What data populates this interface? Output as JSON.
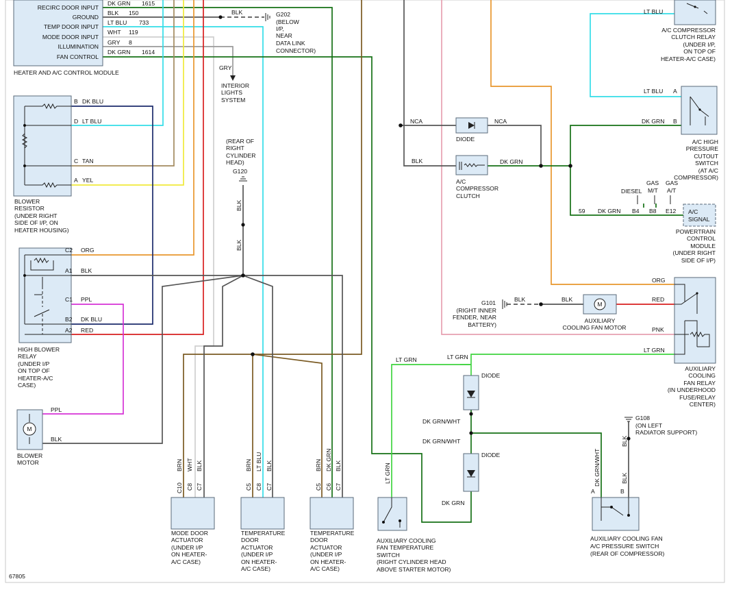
{
  "modules": {
    "hvac_module": {
      "name": "HEATER AND A/C CONTROL MODULE",
      "pins": [
        {
          "label": "RECIRC DOOR INPUT",
          "color": "DK GRN",
          "circuit": "1615"
        },
        {
          "label": "GROUND",
          "color": "BLK",
          "circuit": "150"
        },
        {
          "label": "TEMP DOOR INPUT",
          "color": "LT BLU",
          "circuit": "733"
        },
        {
          "label": "MODE DOOR INPUT",
          "color": "WHT",
          "circuit": "119"
        },
        {
          "label": "ILLUMINATION",
          "color": "GRY",
          "circuit": "8"
        },
        {
          "label": "FAN CONTROL",
          "color": "DK GRN",
          "circuit": "1614"
        }
      ]
    },
    "blower_resistor": {
      "lines": [
        "BLOWER",
        "RESISTOR",
        "(UNDER RIGHT",
        "SIDE OF I/P, ON",
        "HEATER HOUSING)"
      ],
      "pins": [
        {
          "pin": "B",
          "color": "DK BLU"
        },
        {
          "pin": "D",
          "color": "LT BLU"
        },
        {
          "pin": "C",
          "color": "TAN"
        },
        {
          "pin": "A",
          "color": "YEL"
        }
      ]
    },
    "high_blower_relay": {
      "lines": [
        "HIGH BLOWER",
        "RELAY",
        "(UNDER I/P",
        "ON TOP OF",
        "HEATER-A/C",
        "CASE)"
      ],
      "pins": [
        {
          "pin": "C2",
          "color": "ORG"
        },
        {
          "pin": "A1",
          "color": "BLK"
        },
        {
          "pin": "C1",
          "color": "PPL"
        },
        {
          "pin": "B2",
          "color": "DK BLU"
        },
        {
          "pin": "A2",
          "color": "RED"
        }
      ]
    },
    "blower_motor": {
      "lines": [
        "BLOWER",
        "MOTOR"
      ],
      "symbol": "M",
      "pins": [
        {
          "color": "PPL"
        },
        {
          "color": "BLK"
        }
      ]
    },
    "mode_actuator": {
      "lines": [
        "MODE DOOR",
        "ACTUATOR",
        "(UNDER I/P",
        "ON HEATER-",
        "A/C CASE)"
      ],
      "wires": [
        {
          "color": "BRN",
          "pin": "C10"
        },
        {
          "color": "WHT",
          "pin": "C8"
        },
        {
          "color": "BLK",
          "pin": "C7"
        }
      ]
    },
    "temp_actuator_1": {
      "lines": [
        "TEMPERATURE",
        "DOOR",
        "ACTUATOR",
        "(UNDER I/P",
        "ON HEATER-",
        "A/C CASE)"
      ],
      "wires": [
        {
          "color": "BRN",
          "pin": "C5"
        },
        {
          "color": "LT BLU",
          "pin": "C8"
        },
        {
          "color": "BLK",
          "pin": "C7"
        }
      ]
    },
    "temp_actuator_2": {
      "lines": [
        "TEMPERATURE",
        "DOOR",
        "ACTUATOR",
        "(UNDER I/P",
        "ON HEATER-",
        "A/C CASE)"
      ],
      "wires": [
        {
          "color": "BRN",
          "pin": "C5"
        },
        {
          "color": "DK GRN",
          "pin": "C6"
        },
        {
          "color": "BLK",
          "pin": "C7"
        }
      ]
    },
    "aux_temp_switch": {
      "lines": [
        "AUXILIARY COOLING",
        "FAN TEMPERATURE",
        "SWITCH",
        "(RIGHT CYLINDER HEAD",
        "ABOVE STARTER MOTOR)"
      ],
      "wire": "LT GRN"
    },
    "aux_pressure_switch": {
      "lines": [
        "AUXILIARY COOLING FAN",
        "A/C PRESSURE SWITCH",
        "(REAR OF COMPRESSOR)"
      ],
      "pins": [
        {
          "pin": "A",
          "color": "DK GRN/WHT"
        },
        {
          "pin": "B",
          "color": "BLK"
        }
      ]
    },
    "compressor_clutch_relay": {
      "lines": [
        "A/C COMPRESSOR",
        "CLUTCH RELAY",
        "(UNDER I/P,",
        "ON TOP OF",
        "HEATER-A/C CASE)"
      ],
      "wire": "LT BLU"
    },
    "high_pressure_switch": {
      "lines": [
        "A/C HIGH",
        "PRESSURE",
        "CUTOUT",
        "SWITCH",
        "(AT A/C",
        "COMPRESSOR)"
      ],
      "pins": [
        {
          "pin": "A",
          "color": "LT BLU"
        },
        {
          "pin": "B",
          "color": "DK GRN"
        }
      ]
    },
    "diode_top": {
      "label": "DIODE",
      "wires": [
        "NCA",
        "NCA"
      ]
    },
    "compressor_clutch": {
      "lines": [
        "A/C",
        "COMPRESSOR",
        "CLUTCH"
      ],
      "wires": [
        "BLK",
        "DK GRN"
      ]
    },
    "pcm": {
      "lines": [
        "POWERTRAIN",
        "CONTROL",
        "MODULE",
        "(UNDER RIGHT",
        "SIDE OF I/P)"
      ],
      "signal": [
        "A/C",
        "SIGNAL"
      ],
      "circuit": "59",
      "color": "DK GRN",
      "variants": [
        {
          "label": [
            "DIESEL"
          ],
          "pin": "B4"
        },
        {
          "label": [
            "GAS",
            "M/T"
          ],
          "pin": "B8"
        },
        {
          "label": [
            "GAS",
            "A/T"
          ],
          "pin": "E12"
        }
      ]
    },
    "aux_fan_motor": {
      "lines": [
        "AUXILIARY",
        "COOLING FAN MOTOR"
      ],
      "symbol": "M",
      "wires": [
        "BLK",
        "RED"
      ]
    },
    "aux_fan_relay": {
      "lines": [
        "AUXILIARY",
        "COOLING",
        "FAN RELAY",
        "(IN UNDERHOOD",
        "FUSE/RELAY",
        "CENTER)"
      ],
      "wires": [
        "ORG",
        "RED",
        "PNK",
        "LT GRN"
      ]
    },
    "diode_left": {
      "label": "DIODE",
      "wires": [
        "LT GRN",
        "DK GRN/WHT"
      ]
    },
    "diode_right": {
      "label": "DIODE",
      "wires": [
        "DK GRN/WHT",
        "DK GRN"
      ]
    }
  },
  "grounds": {
    "g202": {
      "id": "G202",
      "lines": [
        "(BELOW",
        "I/P,",
        "NEAR",
        "DATA LINK",
        "CONNECTOR)"
      ],
      "wire": "BLK"
    },
    "g120": {
      "id": "G120",
      "lines": [
        "(REAR OF",
        "RIGHT",
        "CYLINDER",
        "HEAD)"
      ],
      "wire": "BLK"
    },
    "g101": {
      "id": "G101",
      "lines": [
        "(RIGHT INNER",
        "FENDER, NEAR",
        "BATTERY)"
      ],
      "wire": "BLK"
    },
    "g108": {
      "id": "G108",
      "lines": [
        "(ON LEFT",
        "RADIATOR SUPPORT)"
      ],
      "wire": "BLK"
    }
  },
  "interior_lights": {
    "wire": "GRY",
    "lines": [
      "INTERIOR",
      "LIGHTS",
      "SYSTEM"
    ]
  },
  "wire_labels": {
    "fan_motor_blk": "BLK",
    "dk_grn_bottom": "DK GRN"
  },
  "figure_id": "67805",
  "colors": {
    "BLK": "#555555",
    "DK GRN": "#157015",
    "LT GRN": "#3fd33f",
    "LT BLU": "#33dde8",
    "DK BLU": "#1b2a6b",
    "RED": "#d81e1e",
    "ORG": "#e8962d",
    "PNK": "#e6a0b0",
    "PPL": "#d632d6",
    "YEL": "#f0ea3a",
    "TAN": "#a38a5e",
    "BRN": "#7a5a22",
    "WHT": "#cfcfcf",
    "GRY": "#9a9a9a",
    "module_fill": "#dceaf6"
  }
}
